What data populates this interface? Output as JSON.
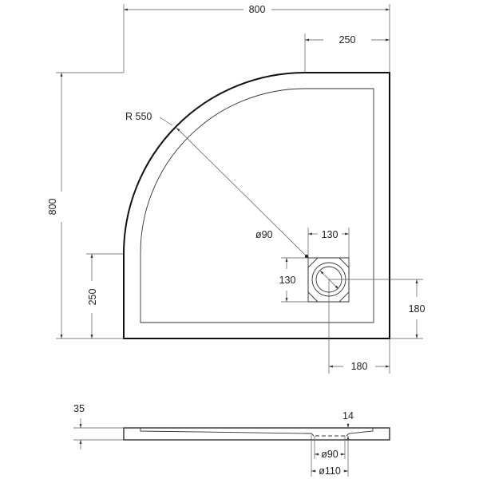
{
  "plan": {
    "width_label": "800",
    "height_label": "800",
    "top_offset_label": "250",
    "left_offset_label": "250",
    "radius_label": "R 550",
    "drain_diameter_label": "ø90",
    "drain_box_width_label": "130",
    "drain_box_height_label": "130",
    "drain_right_label": "180",
    "drain_bottom_label": "180"
  },
  "section": {
    "height_label": "35",
    "depth_label": "14",
    "inner_diameter_label": "ø90",
    "outer_diameter_label": "ø110"
  }
}
